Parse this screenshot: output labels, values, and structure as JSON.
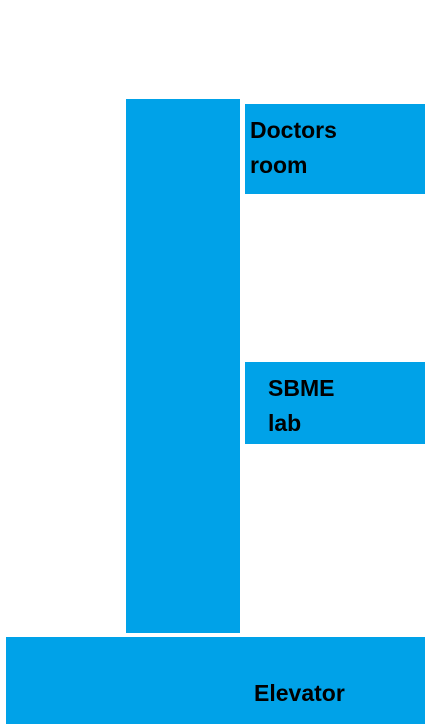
{
  "colors": {
    "room_fill": "#00A2E8",
    "text": "#000000",
    "background": "#FFFFFF"
  },
  "rooms": {
    "doctors_room": {
      "line1": "Doctors",
      "line2": "room"
    },
    "sbme_lab": {
      "line1": "SBME",
      "line2": "lab"
    },
    "elevator": {
      "label": "Elevator"
    }
  }
}
